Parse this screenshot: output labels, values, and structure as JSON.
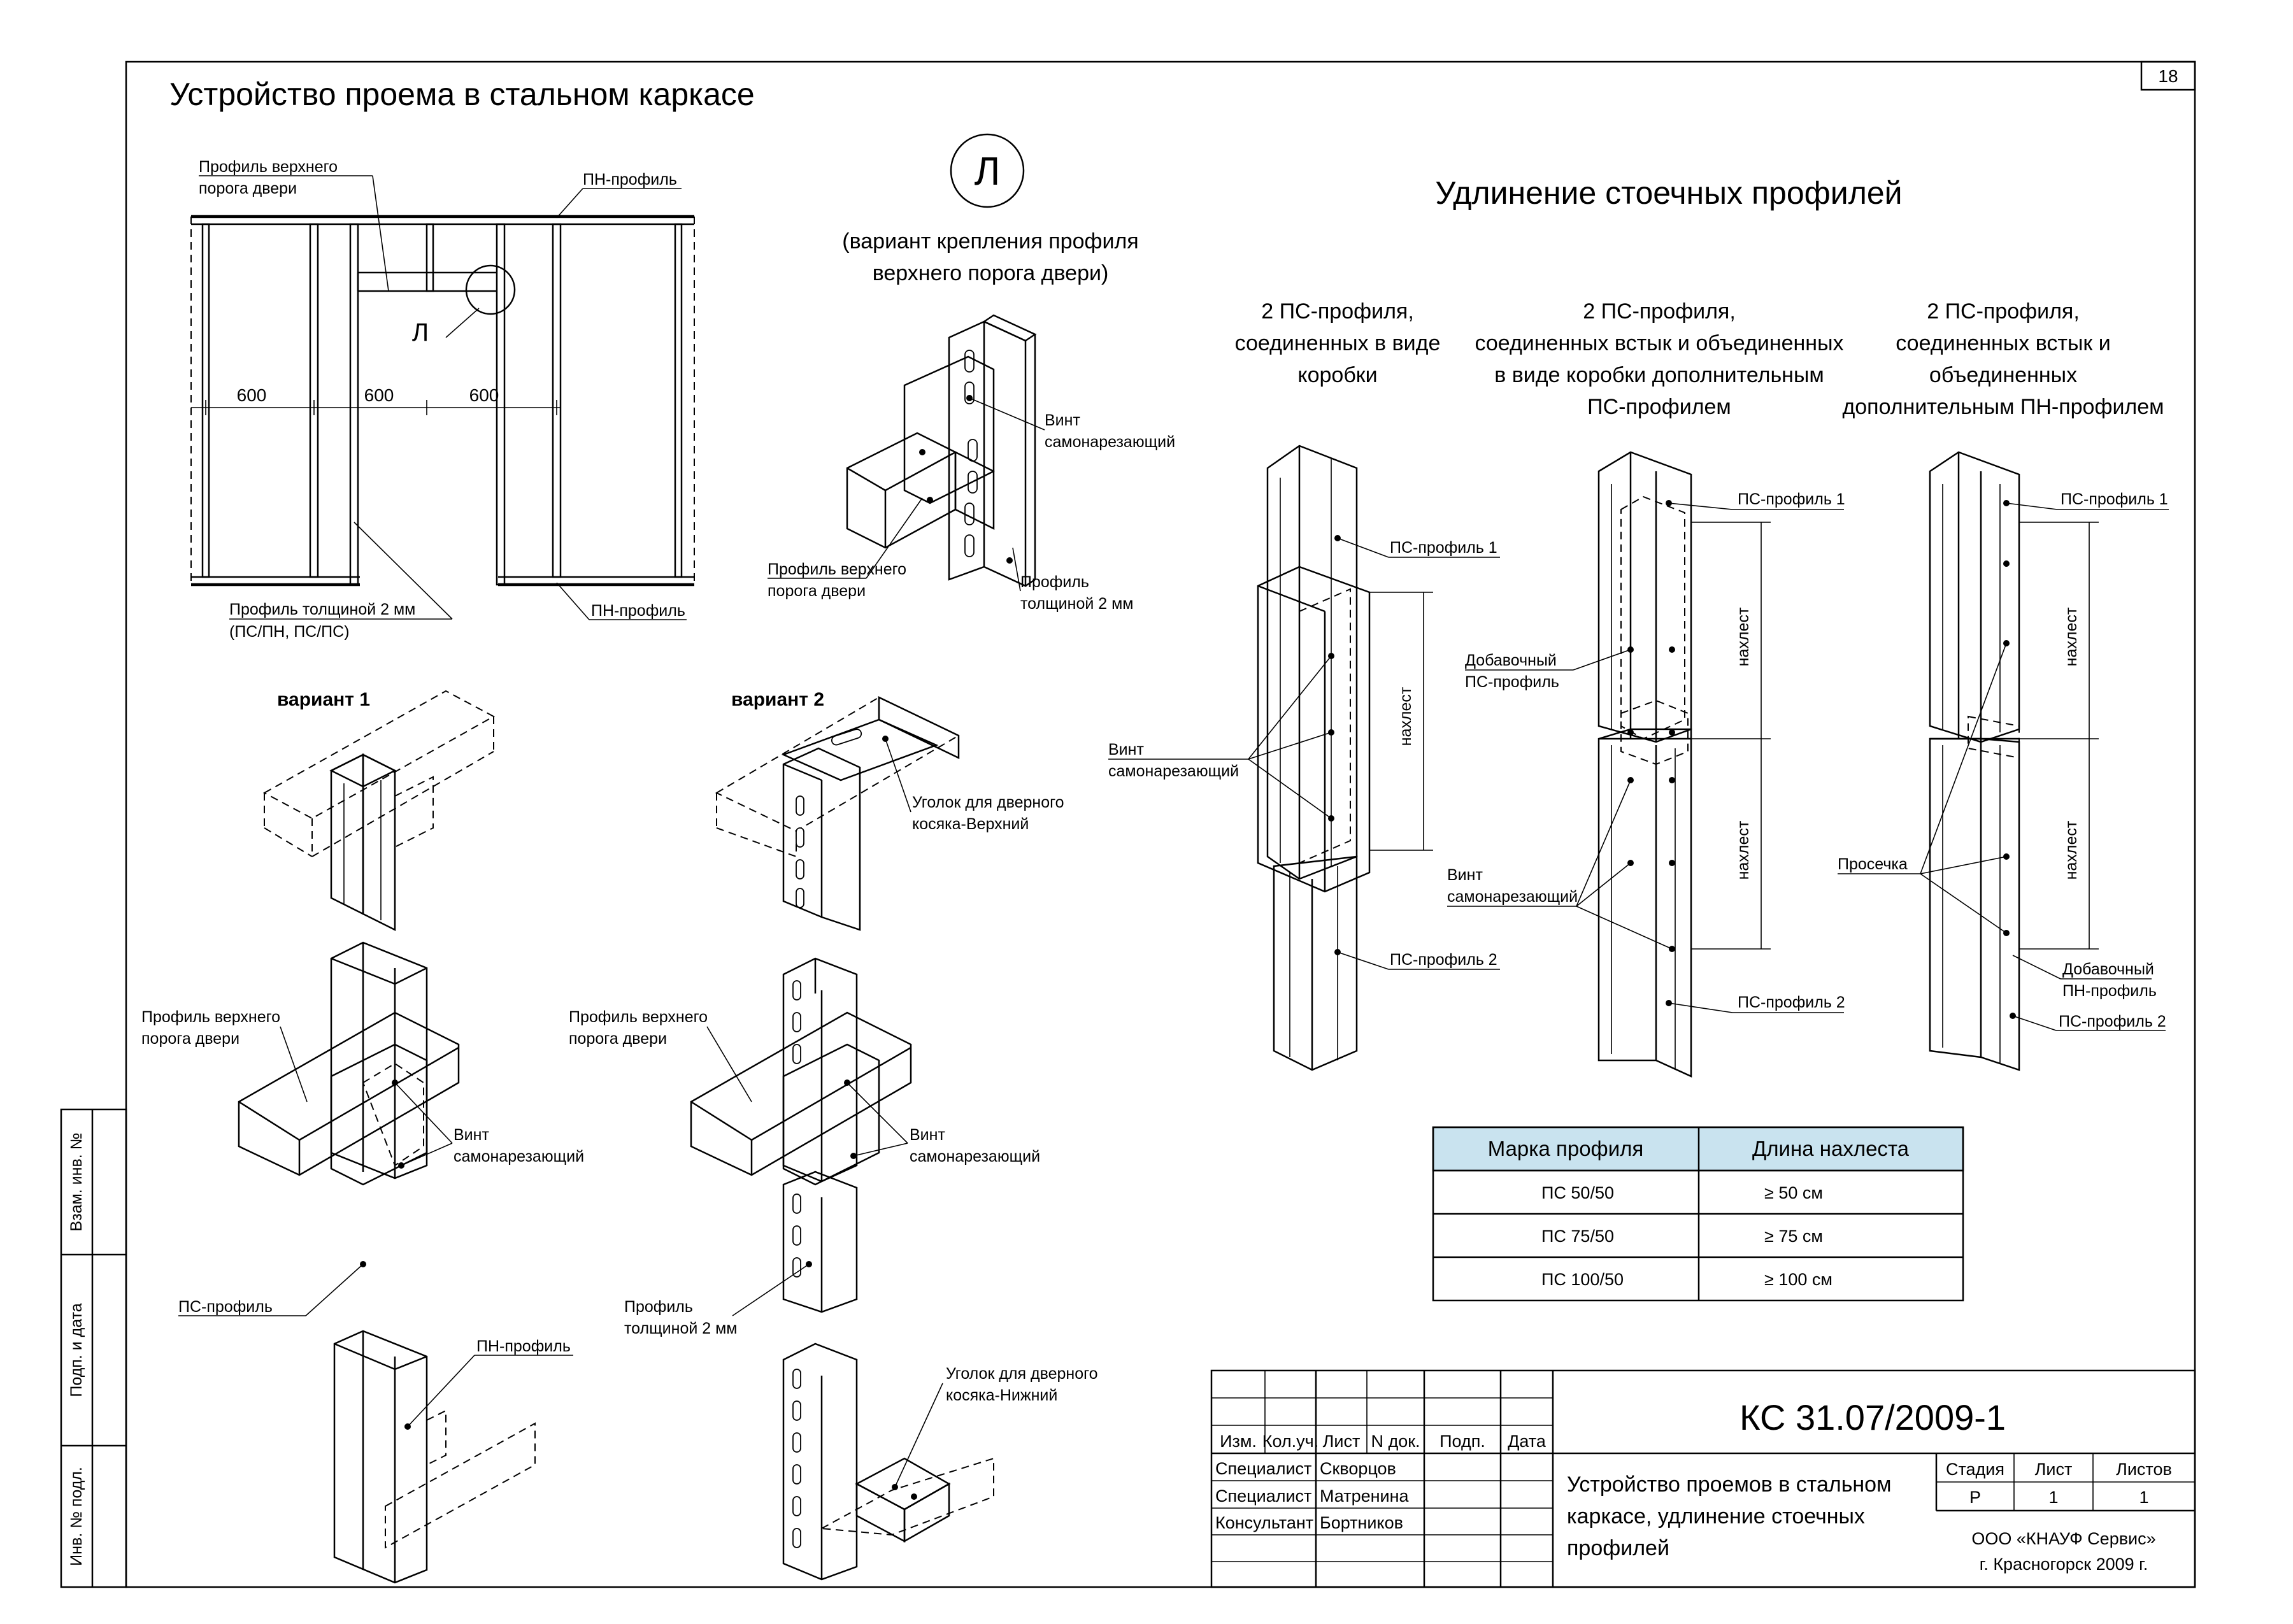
{
  "sheet_number": "18",
  "left_section": {
    "title": "Устройство проема в стальном каркасе",
    "labels": {
      "top_threshold_profile": [
        "Профиль верхнего",
        "порога двери"
      ],
      "pn_profile_top": "ПН-профиль",
      "pn_profile_bottom": "ПН-профиль",
      "thick_profile": [
        "Профиль толщиной 2 мм",
        "(ПС/ПН, ПС/ПС)"
      ],
      "detail_mark": "Л",
      "spacing": [
        "600",
        "600",
        "600"
      ]
    }
  },
  "detail_l": {
    "mark": "Л",
    "caption": [
      "(вариант крепления профиля",
      "верхнего порога двери)"
    ],
    "labels": {
      "screw": [
        "Винт",
        "самонарезающий"
      ],
      "top_threshold_profile": [
        "Профиль верхнего",
        "порога двери"
      ],
      "thick_profile": [
        "Профиль",
        "толщиной 2 мм"
      ]
    }
  },
  "variants": {
    "variant1": {
      "title": "вариант 1",
      "labels": {
        "top_threshold_profile": [
          "Профиль верхнего",
          "порога двери"
        ],
        "screw": [
          "Винт",
          "самонарезающий"
        ],
        "ps_profile": "ПС-профиль",
        "pn_profile": "ПН-профиль"
      }
    },
    "variant2": {
      "title": "вариант 2",
      "labels": {
        "top_corner": [
          "Уголок для дверного",
          "косяка-Верхний"
        ],
        "top_threshold_profile": [
          "Профиль верхнего",
          "порога двери"
        ],
        "screw": [
          "Винт",
          "самонарезающий"
        ],
        "thick_profile": [
          "Профиль",
          "толщиной 2 мм"
        ],
        "bottom_corner": [
          "Уголок для дверного",
          "косяка-Нижний"
        ]
      }
    }
  },
  "right_section": {
    "title": "Удлинение стоечных профилей",
    "columns": [
      {
        "heading": [
          "2 ПС-профиля,",
          "соединенных в виде",
          "коробки"
        ],
        "labels": {
          "ps1": "ПС-профиль 1",
          "ps2": "ПС-профиль 2",
          "overlap": "нахлест",
          "screw_a": [
            "Винт",
            "самонарезающий"
          ],
          "screw_b": [
            "Винт",
            "самонарезающий"
          ]
        }
      },
      {
        "heading": [
          "2 ПС-профиля,",
          "соединенных встык и объединенных",
          "в виде коробки дополнительным",
          "ПС-профилем"
        ],
        "labels": {
          "ps1": "ПС-профиль 1",
          "ps2": "ПС-профиль 2",
          "added": [
            "Добавочный",
            "ПС-профиль"
          ],
          "overlap_top": "нахлест",
          "overlap_bottom": "нахлест"
        }
      },
      {
        "heading": [
          "2 ПС-профиля,",
          "соединенных встык и",
          "объединенных",
          "дополнительным  ПН-профилем"
        ],
        "labels": {
          "ps1": "ПС-профиль 1",
          "ps2": "ПС-профиль 2",
          "added": [
            "Добавочный",
            "ПН-профиль"
          ],
          "notch": "Просечка",
          "overlap_top": "нахлест",
          "overlap_bottom": "нахлест"
        }
      }
    ]
  },
  "overlap_table": {
    "headers": [
      "Марка профиля",
      "Длина нахлеста"
    ],
    "rows": [
      [
        "ПС 50/50",
        "≥  50 см"
      ],
      [
        "ПС 75/50",
        "≥  75 см"
      ],
      [
        "ПС 100/50",
        "≥  100 см"
      ]
    ],
    "header_bg": "#c9e3ef"
  },
  "title_block": {
    "code": "КС 31.07/2009-1",
    "columns": [
      "Изм.",
      "Кол.уч.",
      "Лист",
      "N док.",
      "Подп.",
      "Дата"
    ],
    "people": [
      [
        "Специалист",
        "Скворцов"
      ],
      [
        "Специалист",
        "Матренина"
      ],
      [
        "Консультант",
        "Бортников"
      ]
    ],
    "description": [
      "Устройство проемов в стальном",
      "каркасе, удлинение стоечных",
      "профилей"
    ],
    "stage_headers": [
      "Стадия",
      "Лист",
      "Листов"
    ],
    "stage_values": [
      "Р",
      "1",
      "1"
    ],
    "org": [
      "ООО «КНАУФ Сервис»",
      "г. Красногорск 2009 г."
    ]
  },
  "side_stamp": [
    "Взам. инв. №",
    "Подп. и дата",
    "Инв. № подл."
  ]
}
